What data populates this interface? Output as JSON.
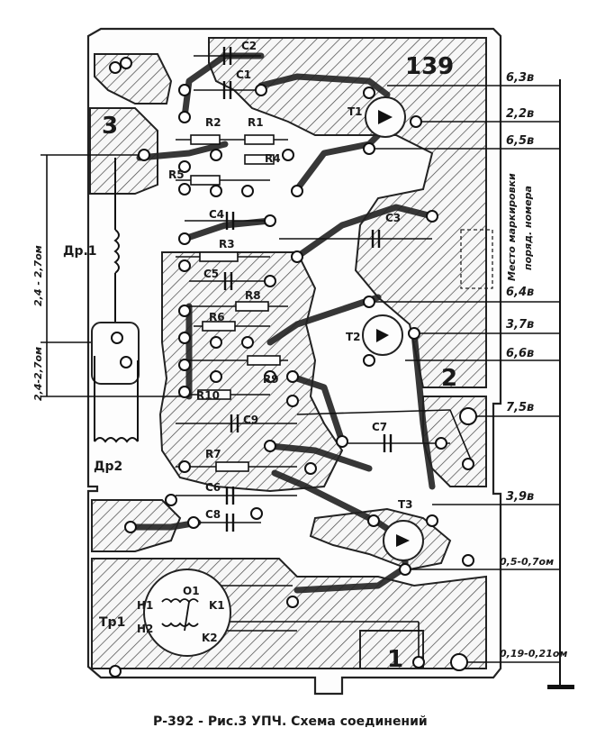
{
  "board": {
    "number": "139",
    "corner_digits": [
      "3",
      "2",
      "1"
    ]
  },
  "components": {
    "capacitors": [
      "C2",
      "C1",
      "C3",
      "C4",
      "C5",
      "C9",
      "C6",
      "C7",
      "C8"
    ],
    "resistors": [
      "R2",
      "R1",
      "R4",
      "R5",
      "R3",
      "R8",
      "R6",
      "R9",
      "R10",
      "R7"
    ],
    "transistors": [
      "T1",
      "T2",
      "T3"
    ],
    "chokes": [
      "Др.1",
      "Др2"
    ],
    "transformer": {
      "name": "Tp1",
      "pins": [
        "H1",
        "O1",
        "K1",
        "H2",
        "K2"
      ]
    }
  },
  "voltages": [
    "6,3в",
    "2,2в",
    "6,5в",
    "6,4в",
    "3,7в",
    "6,6в",
    "7,5в",
    "3,9в"
  ],
  "resistances": [
    "0,5-0,7ом",
    "0,19-0,21ом"
  ],
  "choke_resistances": [
    "2,4 - 2,7ом",
    "2,4-2,7ом"
  ],
  "marking_area": [
    "Место маркировки",
    "поряд. номера"
  ],
  "caption": "Р-392 - Рис.3 УПЧ. Схема соединений"
}
